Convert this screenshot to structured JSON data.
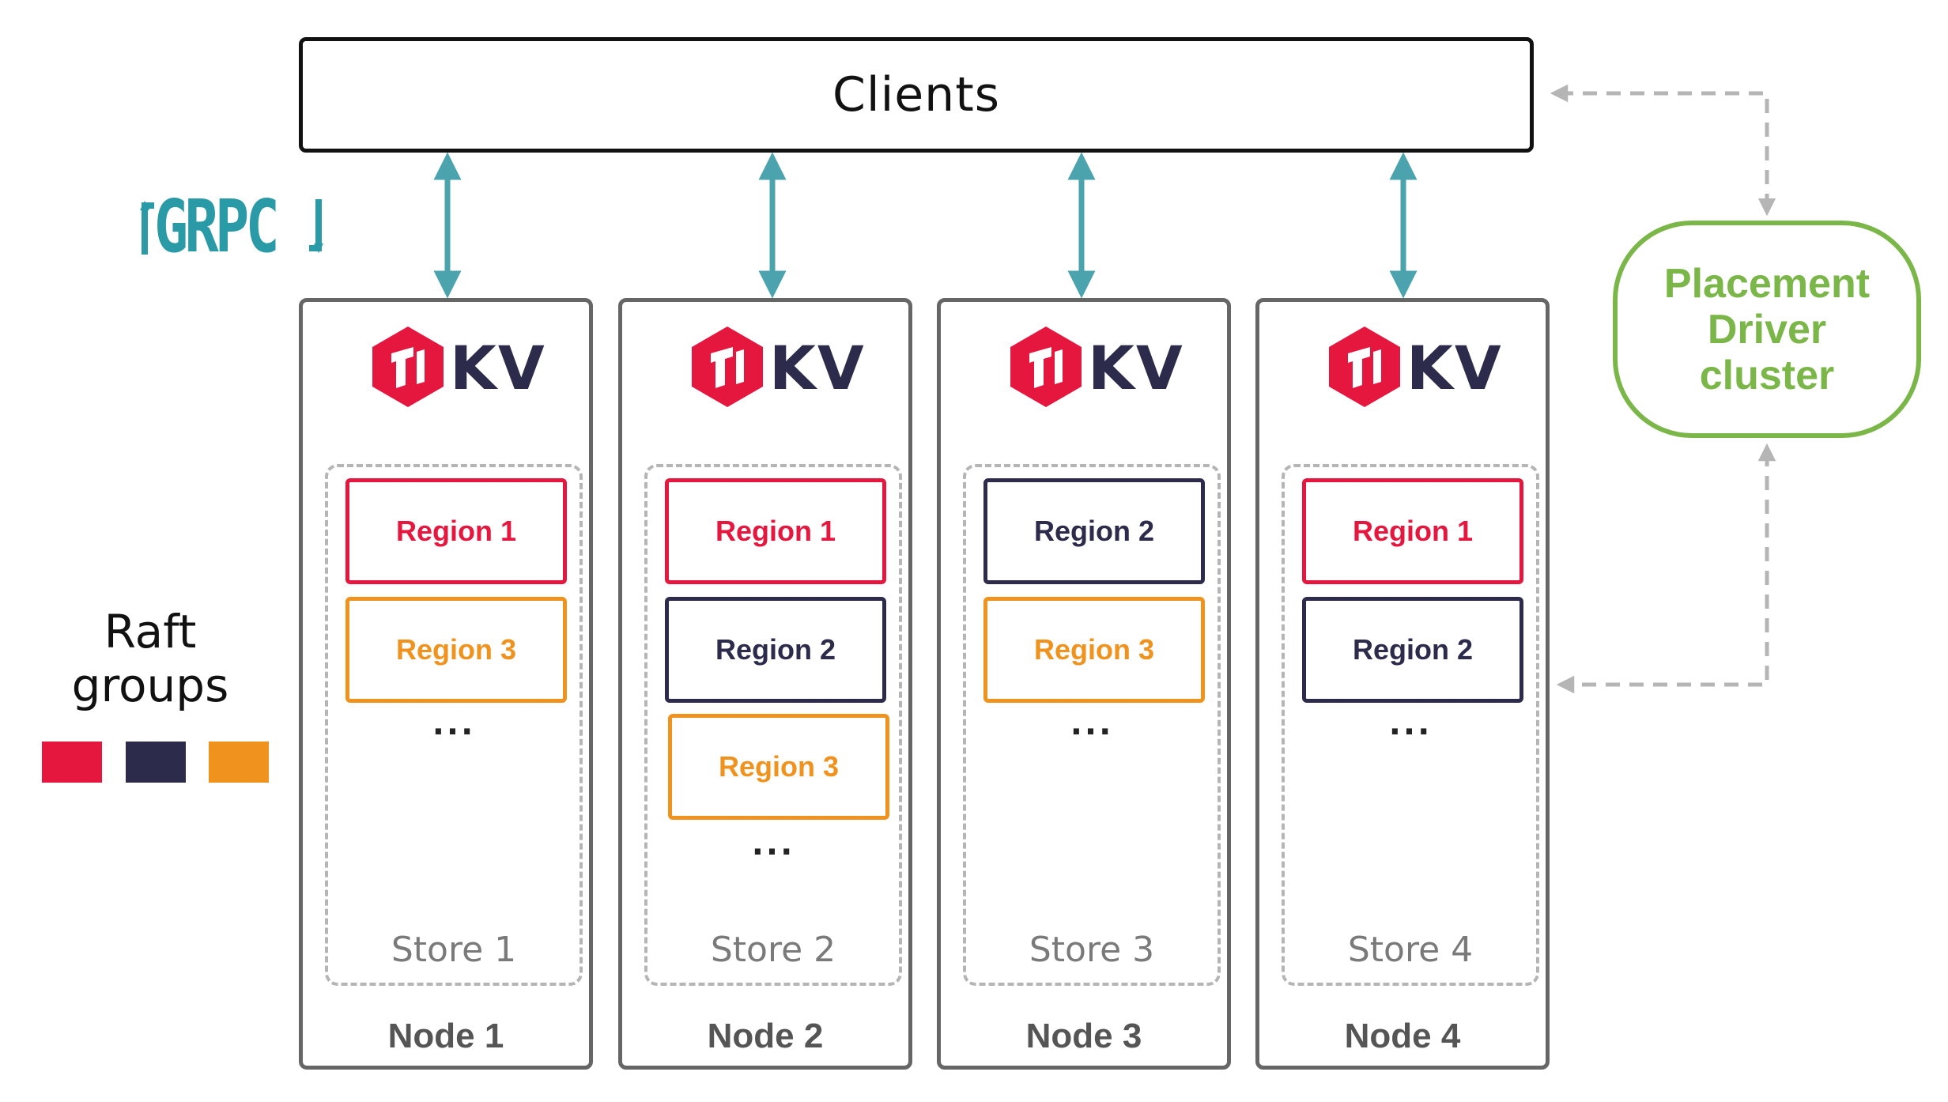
{
  "clients": {
    "label": "Clients"
  },
  "grpc": {
    "logo_text": "GRPC",
    "color": "#2a9aa6"
  },
  "nodes": [
    {
      "label": "Node 1",
      "logo_text": "KV",
      "store": {
        "label": "Store 1",
        "regions": [
          {
            "label": "Region 1",
            "group": "r1"
          },
          {
            "label": "Region 3",
            "group": "r3"
          }
        ],
        "ellipsis": "..."
      }
    },
    {
      "label": "Node 2",
      "logo_text": "KV",
      "store": {
        "label": "Store 2",
        "regions": [
          {
            "label": "Region 1",
            "group": "r1"
          },
          {
            "label": "Region 2",
            "group": "r2"
          },
          {
            "label": "Region 3",
            "group": "r3"
          }
        ],
        "ellipsis": "..."
      }
    },
    {
      "label": "Node 3",
      "logo_text": "KV",
      "store": {
        "label": "Store 3",
        "regions": [
          {
            "label": "Region 2",
            "group": "r2"
          },
          {
            "label": "Region 3",
            "group": "r3"
          }
        ],
        "ellipsis": "..."
      }
    },
    {
      "label": "Node 4",
      "logo_text": "KV",
      "store": {
        "label": "Store 4",
        "regions": [
          {
            "label": "Region 1",
            "group": "r1"
          },
          {
            "label": "Region 2",
            "group": "r2"
          }
        ],
        "ellipsis": "..."
      }
    }
  ],
  "placement_driver": {
    "lines": [
      "Placement",
      "Driver",
      "cluster"
    ],
    "color": "#7ab648"
  },
  "raft_groups": {
    "label_line1": "Raft",
    "label_line2": "groups",
    "colors": [
      "#e5173f",
      "#2c2b4b",
      "#f0921e"
    ]
  },
  "colors": {
    "tikv_red": "#e5173f",
    "tikv_navy": "#2c2b4b",
    "arrow_teal": "#4aa3ad",
    "dashed_gray": "#b5b5b5"
  }
}
